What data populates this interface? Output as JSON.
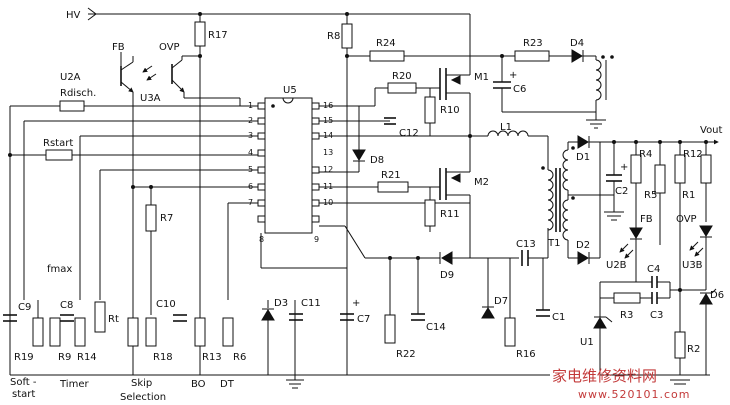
{
  "net_labels": {
    "hv": "HV",
    "vout": "Vout",
    "fb_top": "FB",
    "ovp_top": "OVP",
    "fb_right": "FB",
    "ovp_right": "OVP",
    "fmax": "fmax",
    "soft_start_1": "Soft -",
    "soft_start_2": "start",
    "timer": "Timer",
    "skip_1": "Skip",
    "skip_2": "Selection",
    "bo": "BO",
    "dt": "DT"
  },
  "ic": {
    "name": "U5",
    "left_pins": [
      "1",
      "2",
      "3",
      "4",
      "5",
      "6",
      "7",
      "8"
    ],
    "right_pins": [
      "16",
      "15",
      "14",
      "13",
      "12",
      "11",
      "10",
      "9"
    ]
  },
  "components": {
    "R17": "R17",
    "R8": "R8",
    "R24": "R24",
    "R23": "R23",
    "D4": "D4",
    "C6": "C6",
    "R20": "R20",
    "M1": "M1",
    "R10": "R10",
    "C12": "C12",
    "D8": "D8",
    "L1": "L1",
    "R21": "R21",
    "M2": "M2",
    "R11": "R11",
    "T1": "T1",
    "C13": "C13",
    "D9": "D9",
    "D1": "D1",
    "D2": "D2",
    "C2": "C2",
    "R4": "R4",
    "R12": "R12",
    "R5": "R5",
    "R1": "R1",
    "U2B": "U2B",
    "U3B": "U3B",
    "C4": "C4",
    "C3": "C3",
    "R3": "R3",
    "U1": "U1",
    "R2": "R2",
    "D6": "D6",
    "U2A": "U2A",
    "U3A": "U3A",
    "Rdisch": "Rdisch.",
    "Rstart": "Rstart",
    "C9": "C9",
    "R19": "R19",
    "C8": "C8",
    "R9": "R9",
    "R14": "R14",
    "Rt": "Rt",
    "R7": "R7",
    "R18": "R18",
    "C10": "C10",
    "R13": "R13",
    "R6": "R6",
    "D3": "D3",
    "C11": "C11",
    "C7": "C7",
    "R22": "R22",
    "C14": "C14",
    "D7": "D7",
    "R16": "R16",
    "C1": "C1"
  },
  "polarity": {
    "plus": "+"
  },
  "watermark": {
    "cn": "家电维修资料网",
    "url": "www.520101.com"
  }
}
